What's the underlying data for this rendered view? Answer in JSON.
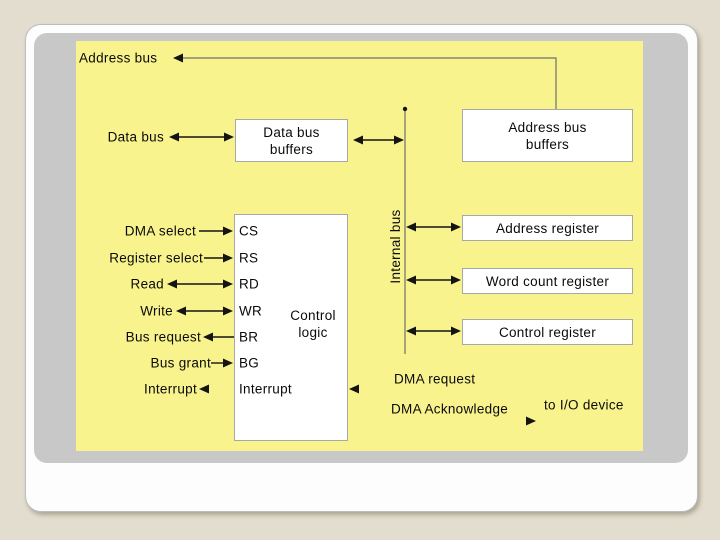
{
  "slide": {
    "background_color": "#E3DDCF",
    "content_panel_color": "#C8C8C8",
    "diagram_background_color": "#F9F38E",
    "box_border_color": "#A8A8A8",
    "line_color": "#6F6F6F",
    "arrow_color": "#141414"
  },
  "diagram": {
    "labels": {
      "address_bus": "Address bus",
      "data_bus": "Data bus",
      "internal_bus": "Internal bus",
      "dma_request": "DMA request",
      "dma_acknowledge": "DMA Acknowledge",
      "to_io_device": "to I/O device"
    },
    "boxes": {
      "data_bus_buffers": {
        "line1": "Data bus",
        "line2": "buffers"
      },
      "address_bus_buffers": {
        "line1": "Address bus",
        "line2": "buffers"
      },
      "control_logic": {
        "line1": "Control",
        "line2": "logic"
      },
      "address_register": {
        "label": "Address register"
      },
      "word_count_register": {
        "label": "Word count register"
      },
      "control_register": {
        "label": "Control register"
      }
    },
    "control_rows": [
      {
        "label": "DMA select",
        "pin": "CS"
      },
      {
        "label": "Register select",
        "pin": "RS"
      },
      {
        "label": "Read",
        "pin": "RD"
      },
      {
        "label": "Write",
        "pin": "WR"
      },
      {
        "label": "Bus request",
        "pin": "BR"
      },
      {
        "label": "Bus grant",
        "pin": "BG"
      },
      {
        "label": "Interrupt",
        "pin": "Interrupt"
      }
    ]
  }
}
